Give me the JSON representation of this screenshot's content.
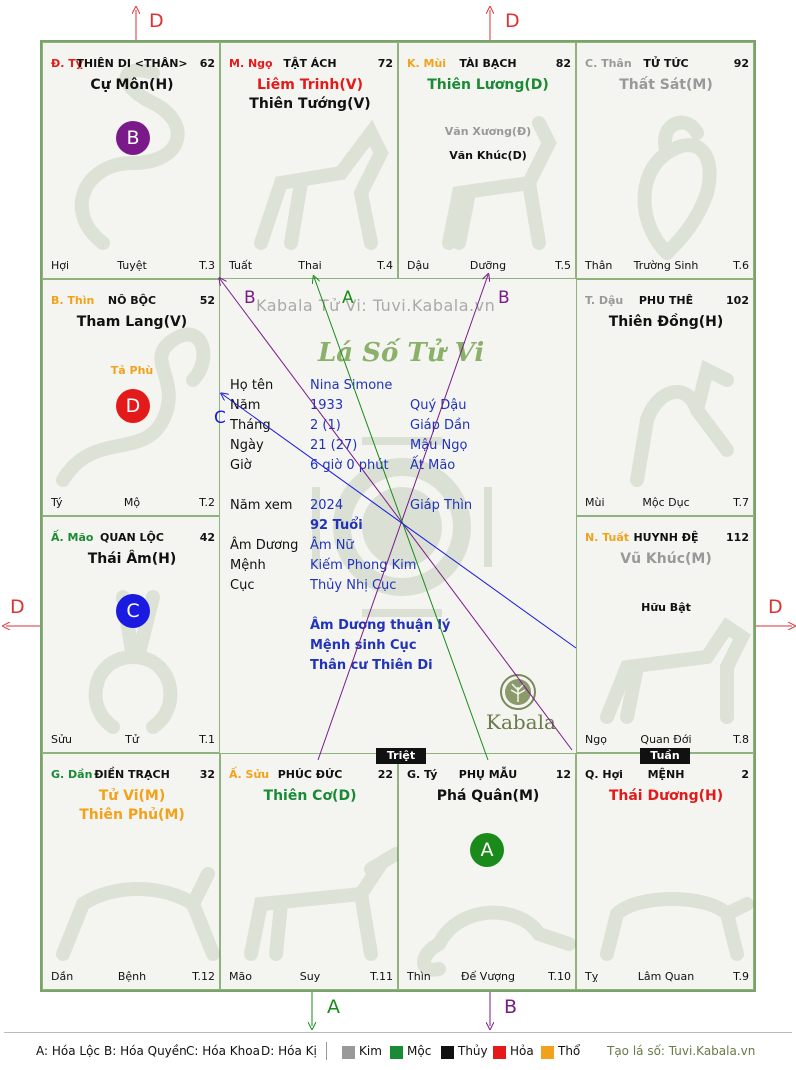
{
  "watermark": "Kabala Tử Vi: Tuvi.Kabala.vn",
  "logo_title": "Lá Số Tử Vi",
  "brand": "Kabala",
  "colors": {
    "kim": "#999999",
    "moc": "#1a8a35",
    "thuy": "#111111",
    "hoa": "#e41a1a",
    "tho": "#f2a21a",
    "blue_text": "#2233bb"
  },
  "palaces": [
    {
      "can": "Đ. Tỵ",
      "can_color": "#e41a1a",
      "name": "THIÊN DI <THÂN>",
      "num": "62",
      "main": [
        {
          "t": "Cự Môn(H)",
          "c": "#111111"
        }
      ],
      "minor": [],
      "bl": "Hợi",
      "bc": "Tuyệt",
      "br": "T.3",
      "animal": "snake-icon"
    },
    {
      "can": "M. Ngọ",
      "can_color": "#e41a1a",
      "name": "TẬT ÁCH",
      "num": "72",
      "main": [
        {
          "t": "Liêm Trinh(V)",
          "c": "#e41a1a"
        },
        {
          "t": "Thiên Tướng(V)",
          "c": "#111111"
        }
      ],
      "minor": [],
      "bl": "Tuất",
      "bc": "Thai",
      "br": "T.4",
      "animal": "horse-icon"
    },
    {
      "can": "K. Mùi",
      "can_color": "#f2a21a",
      "name": "TÀI BẠCH",
      "num": "82",
      "main": [
        {
          "t": "Thiên Lương(D)",
          "c": "#1a8a35"
        }
      ],
      "minor": [
        {
          "t": "Văn Xương(Đ)",
          "c": "#999999"
        },
        {
          "t": "Văn Khúc(D)",
          "c": "#111111"
        }
      ],
      "bl": "Dậu",
      "bc": "Dưỡng",
      "br": "T.5",
      "animal": "goat-icon"
    },
    {
      "can": "C. Thân",
      "can_color": "#999999",
      "name": "TỬ TỨC",
      "num": "92",
      "main": [
        {
          "t": "Thất Sát(M)",
          "c": "#999999"
        }
      ],
      "minor": [],
      "bl": "Thân",
      "bc": "Trường Sinh",
      "br": "T.6",
      "animal": "monkey-icon"
    },
    {
      "can": "B. Thìn",
      "can_color": "#f2a21a",
      "name": "NÔ BỘC",
      "num": "52",
      "main": [
        {
          "t": "Tham Lang(V)",
          "c": "#111111"
        }
      ],
      "minor": [
        {
          "t": "Tả Phù",
          "c": "#f2a21a"
        }
      ],
      "bl": "Tý",
      "bc": "Mộ",
      "br": "T.2",
      "animal": "dragon-icon"
    },
    {
      "can": "T. Dậu",
      "can_color": "#999999",
      "name": "PHU THÊ",
      "num": "102",
      "main": [
        {
          "t": "Thiên Đồng(H)",
          "c": "#111111"
        }
      ],
      "minor": [],
      "bl": "Mùi",
      "bc": "Mộc Dục",
      "br": "T.7",
      "animal": "rooster-icon"
    },
    {
      "can": "Ấ. Mão",
      "can_color": "#1a8a35",
      "name": "QUAN LỘC",
      "num": "42",
      "main": [
        {
          "t": "Thái Âm(H)",
          "c": "#111111"
        }
      ],
      "minor": [],
      "bl": "Sửu",
      "bc": "Tử",
      "br": "T.1",
      "animal": "rabbit-icon"
    },
    {
      "can": "N. Tuất",
      "can_color": "#f2a21a",
      "name": "HUYNH ĐỆ",
      "num": "112",
      "main": [
        {
          "t": "Vũ Khúc(M)",
          "c": "#999999"
        }
      ],
      "minor": [
        {
          "t": "Hữu Bật",
          "c": "#111111"
        }
      ],
      "bl": "Ngọ",
      "bc": "Quan Đới",
      "br": "T.8",
      "animal": "dog-icon"
    },
    {
      "can": "G. Dần",
      "can_color": "#1a8a35",
      "name": "ĐIỀN TRẠCH",
      "num": "32",
      "main": [
        {
          "t": "Tử Vi(M)",
          "c": "#f2a21a"
        },
        {
          "t": "Thiên Phủ(M)",
          "c": "#f2a21a"
        }
      ],
      "minor": [],
      "bl": "Dần",
      "bc": "Bệnh",
      "br": "T.12",
      "animal": "tiger-icon"
    },
    {
      "can": "Ấ. Sửu",
      "can_color": "#f2a21a",
      "name": "PHÚC ĐỨC",
      "num": "22",
      "main": [
        {
          "t": "Thiên Cơ(D)",
          "c": "#1a8a35"
        }
      ],
      "minor": [],
      "bl": "Mão",
      "bc": "Suy",
      "br": "T.11",
      "animal": "ox-icon"
    },
    {
      "can": "G. Tý",
      "can_color": "#111111",
      "name": "PHỤ MẪU",
      "num": "12",
      "main": [
        {
          "t": "Phá Quân(M)",
          "c": "#111111"
        }
      ],
      "minor": [],
      "bl": "Thìn",
      "bc": "Đế Vượng",
      "br": "T.10",
      "animal": "rat-icon"
    },
    {
      "can": "Q. Hợi",
      "can_color": "#111111",
      "name": "MỆNH",
      "num": "2",
      "main": [
        {
          "t": "Thái Dương(H)",
          "c": "#e41a1a"
        }
      ],
      "minor": [],
      "bl": "Tỵ",
      "bc": "Lâm Quan",
      "br": "T.9",
      "animal": "pig-icon"
    }
  ],
  "badges": [
    {
      "letter": "B",
      "color": "#7a1a8a"
    },
    {
      "letter": "D",
      "color": "#e41a1a"
    },
    {
      "letter": "C",
      "color": "#1a1ae0"
    },
    {
      "letter": "A",
      "color": "#1a8a1a"
    }
  ],
  "tags": {
    "triet": "Triệt",
    "tuan": "Tuần"
  },
  "info": {
    "ho_ten_label": "Họ tên",
    "ho_ten": "Nina Simone",
    "nam_label": "Năm",
    "nam": "1933",
    "nam_can_chi": "Quý Dậu",
    "thang_label": "Tháng",
    "thang": "2  (1)",
    "thang_can_chi": "Giáp Dần",
    "ngay_label": "Ngày",
    "ngay": "21  (27)",
    "ngay_can_chi": "Mậu Ngọ",
    "gio_label": "Giờ",
    "gio": "6 giờ 0 phút",
    "gio_can_chi": "Ất Mão",
    "nam_xem_label": "Năm xem",
    "nam_xem": "2024",
    "nam_xem_can_chi": "Giáp Thìn",
    "tuoi": "92 Tuổi",
    "am_duong_label": "Âm Dương",
    "am_duong": "Âm Nữ",
    "menh_label": "Mệnh",
    "menh": "Kiếm Phong Kim",
    "cuc_label": "Cục",
    "cuc": "Thủy Nhị Cục",
    "note1": "Âm Dương thuận lý",
    "note2": "Mệnh sinh Cục",
    "note3": "Thân cư Thiên Di"
  },
  "arrow_labels": {
    "top_left": "D",
    "top_right": "D",
    "left": "D",
    "right": "D",
    "bottom_left": "A",
    "bottom_right": "B",
    "line_b1": "B",
    "line_a": "A",
    "line_b2": "B",
    "line_c": "C"
  },
  "legend": {
    "a": "A: Hóa Lộc",
    "b": "B: Hóa Quyền",
    "c": "C: Hóa Khoa",
    "d": "D: Hóa Kị",
    "kim": "Kim",
    "moc": "Mộc",
    "thuy": "Thủy",
    "hoa": "Hỏa",
    "tho": "Thổ",
    "credit": "Tạo lá số: Tuvi.Kabala.vn"
  }
}
